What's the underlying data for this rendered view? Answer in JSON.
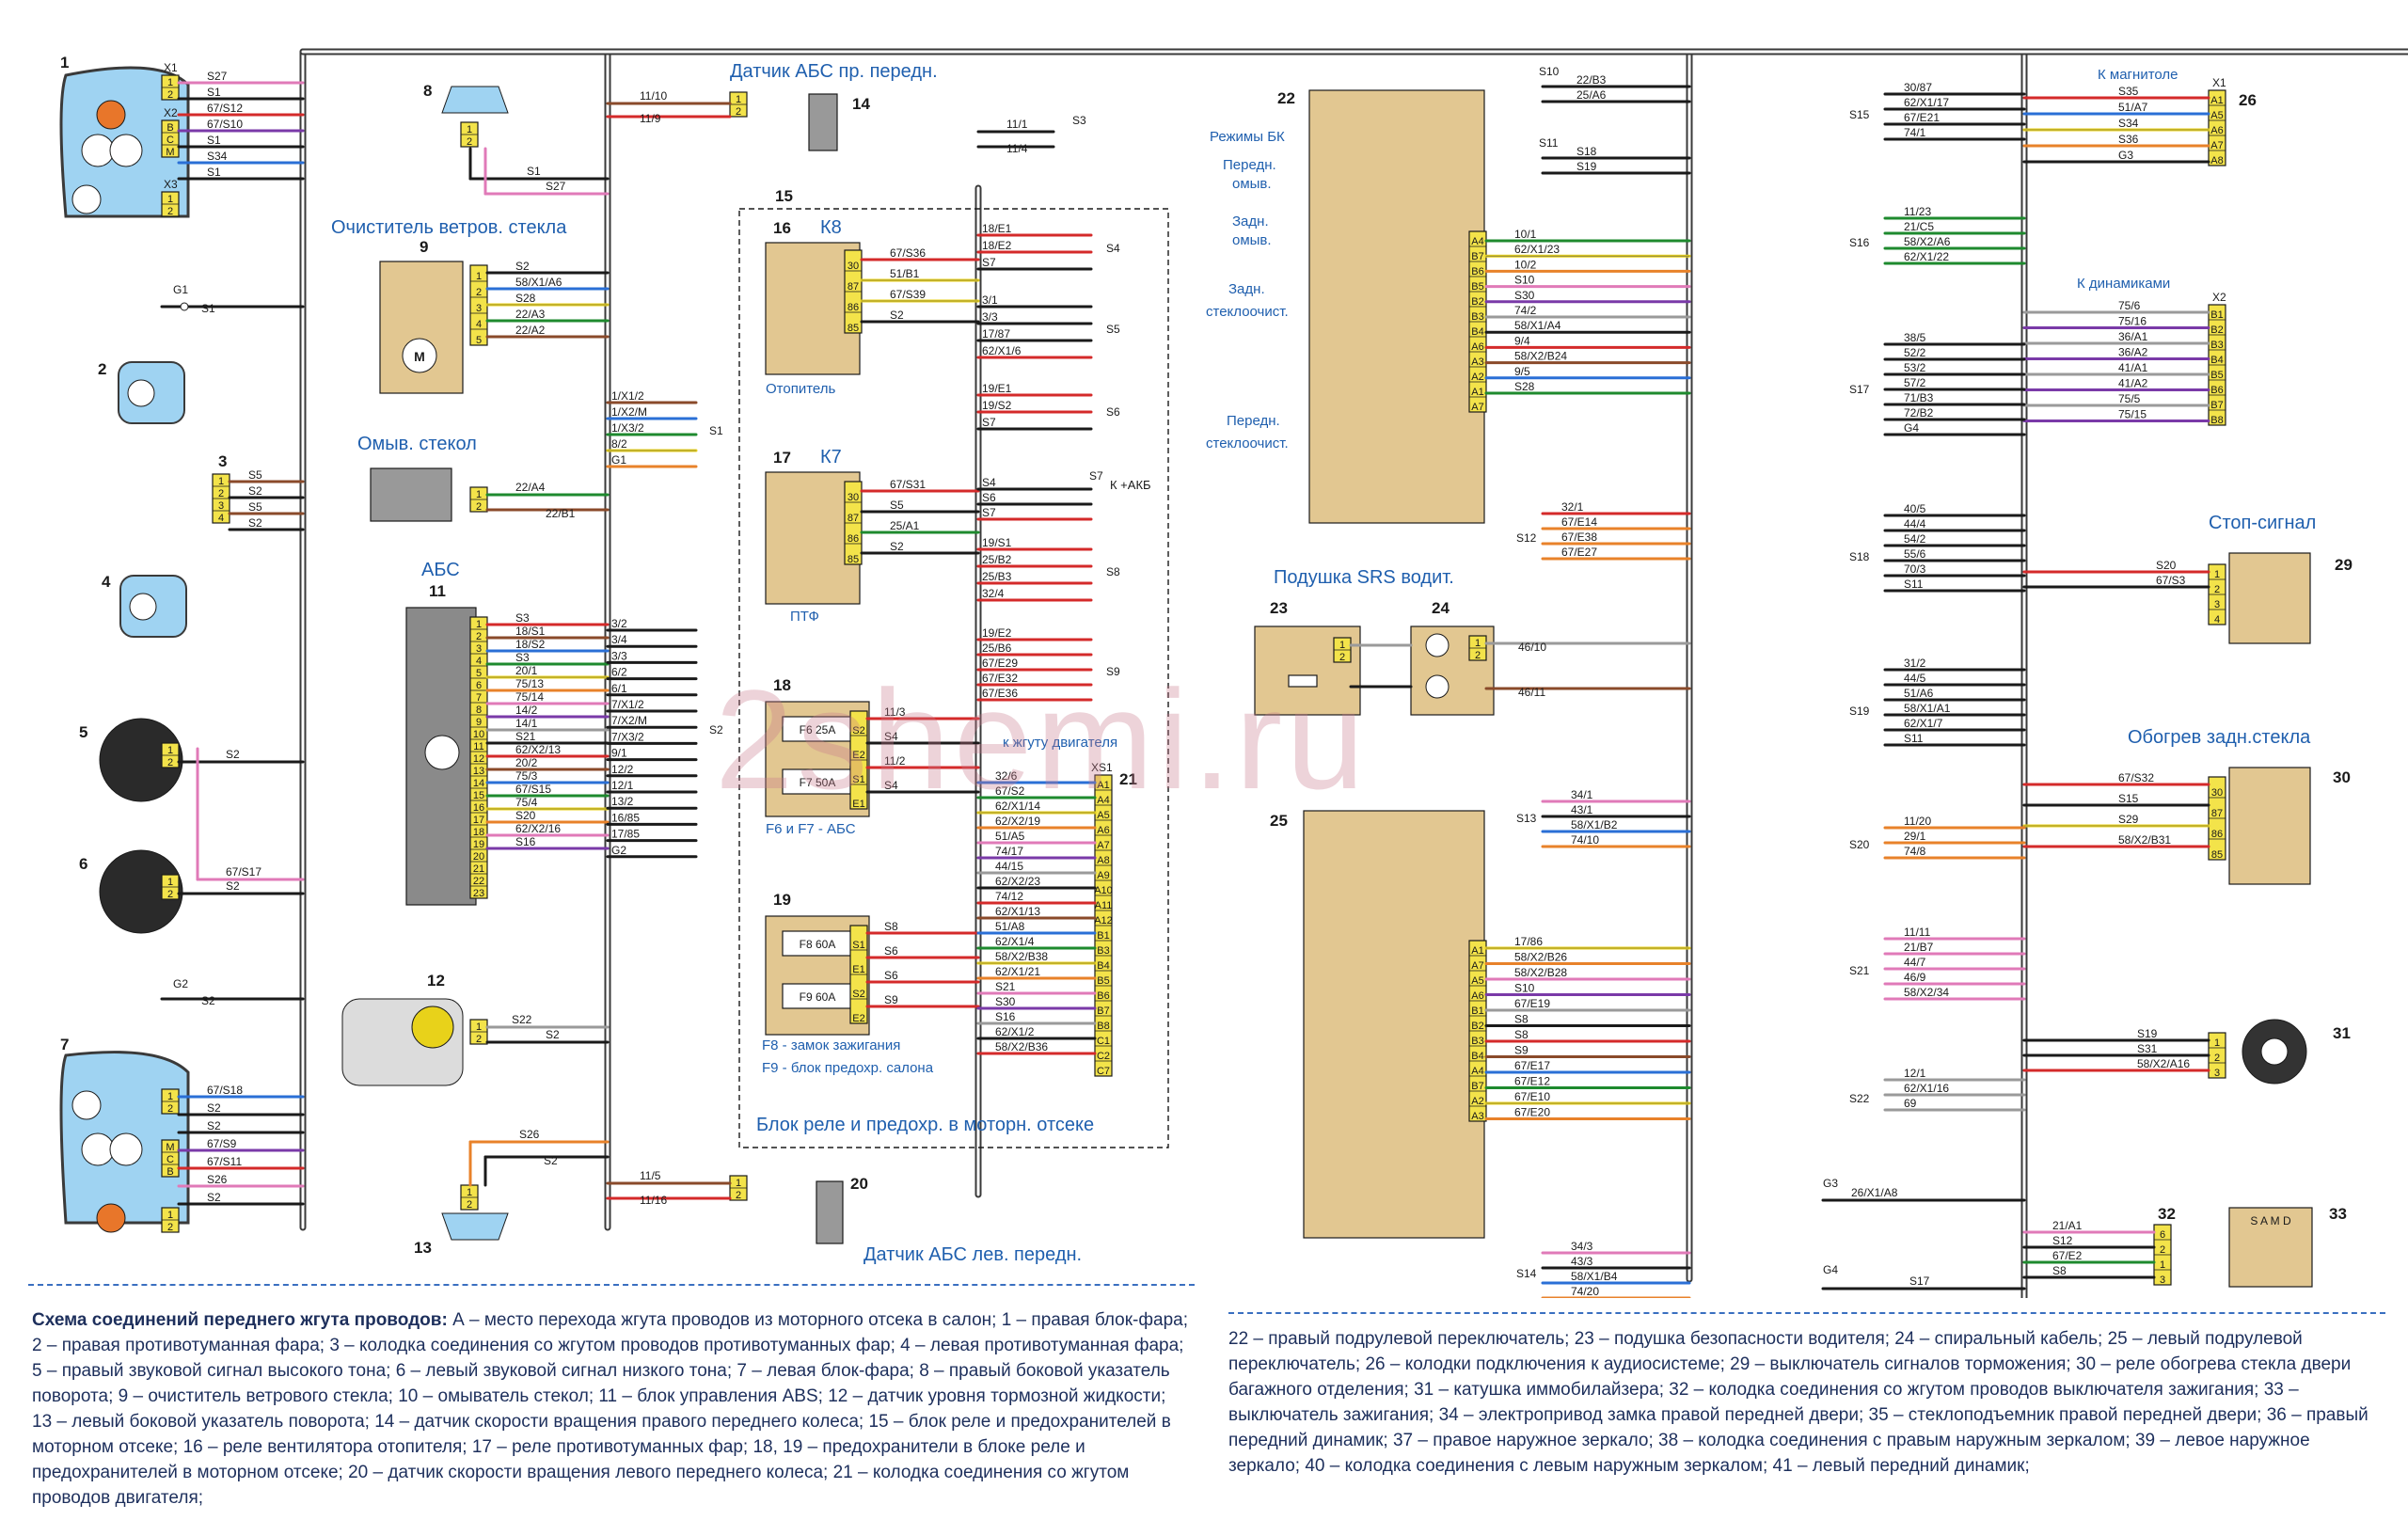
{
  "watermark": "2shemi.ru",
  "labels": {
    "abs_right": "Датчик АБС пр. передн.",
    "abs_left": "Датчик АБС лев. передн.",
    "wiper": "Очиститель ветров. стекла",
    "washer": "Омыв. стекол",
    "abs": "АБС",
    "heater": "Отопитель",
    "ptf": "ПТФ",
    "f6f7": "F6 и F7 - АБС",
    "f8": "F8 - замок зажигания",
    "f9": "F9 - блок предохр. салона",
    "relay_box": "Блок реле и предохр. в моторн. отсеке",
    "to_engine": "к жгуту двигателя",
    "bk_modes": "Режимы БК",
    "front_wash": [
      "Передн.",
      "омыв."
    ],
    "rear_wash": [
      "Задн.",
      "омыв."
    ],
    "rear_wiper": [
      "Задн.",
      "стеклоочист."
    ],
    "front_wiper": [
      "Передн.",
      "стеклоочист."
    ],
    "srs": "Подушка SRS водит.",
    "to_radio": "К магнитоле",
    "to_speakers": "К динамиками",
    "stop": "Стоп-сигнал",
    "rear_heat": "Обогрев задн.стекла",
    "k8": "К8",
    "k7": "К7",
    "akb": "К +АКБ",
    "f6": "F6 25A",
    "f7": "F7 50A",
    "f8_val": "F8 60A",
    "f9_val": "F9 60A",
    "sam": "S A M D"
  },
  "components": {
    "c1": "1",
    "c2": "2",
    "c3": "3",
    "c4": "4",
    "c5": "5",
    "c6": "6",
    "c7": "7",
    "c8": "8",
    "c9": "9",
    "c10": "10",
    "c11": "11",
    "c12": "12",
    "c13": "13",
    "c14": "14",
    "c15": "15",
    "c16": "16",
    "c17": "17",
    "c18": "18",
    "c19": "19",
    "c20": "20",
    "c21": "21",
    "c22": "22",
    "c23": "23",
    "c24": "24",
    "c25": "25",
    "c26": "26",
    "c29": "29",
    "c30": "30",
    "c31": "31",
    "c32": "32",
    "c33": "33"
  },
  "wires": {
    "w1": [
      "S27",
      "S1",
      "67/S12",
      "67/S10",
      "S1",
      "S34",
      "S1"
    ],
    "w2": [
      "S5",
      "S2",
      "S5",
      "S2"
    ],
    "w7": [
      "67/S18",
      "S2",
      "S2",
      "67/S9",
      "67/S11",
      "S26",
      "S2"
    ],
    "w9": [
      "S2",
      "58/X1/A6",
      "S28",
      "22/A3",
      "22/A2"
    ],
    "w10": [
      "22/A4",
      "22/B1"
    ],
    "w11": [
      "S3",
      "18/S1",
      "18/S2",
      "S3",
      "20/1",
      "75/13",
      "75/14",
      "14/2",
      "14/1",
      "S21",
      "62/X2/13",
      "20/2",
      "75/3",
      "67/S15",
      "75/4",
      "S20",
      "62/X2/16",
      "S16"
    ],
    "w11b": [
      "3/2",
      "3/4",
      "3/3",
      "6/2",
      "6/1",
      "7/X1/2",
      "7/X2/M",
      "7/X3/2",
      "9/1",
      "12/2",
      "12/1",
      "13/2",
      "16/85",
      "17/85",
      "G2"
    ],
    "w_s1": [
      "1/X1/2",
      "1/X2/M",
      "1/X3/2",
      "8/2",
      "G1"
    ],
    "w_top": [
      "11/10",
      "11/9",
      "11/1",
      "11/4",
      "S3"
    ],
    "w16": [
      "67/S36",
      "51/B1",
      "67/S39",
      "S2"
    ],
    "w_s4": [
      "18/E1",
      "18/E2",
      "S7"
    ],
    "w_s5": [
      "3/1",
      "3/3",
      "17/87",
      "62/X1/6"
    ],
    "w_s6": [
      "19/E1",
      "19/S2",
      "S7"
    ],
    "w17": [
      "67/S31",
      "S5",
      "25/A1",
      "S2"
    ],
    "w_s7": [
      "S4",
      "S6",
      "S7"
    ],
    "w_s8": [
      "19/S1",
      "25/B2",
      "25/B3",
      "32/4"
    ],
    "w_s9": [
      "19/E2",
      "25/B6",
      "67/E29",
      "67/E32",
      "67/E36"
    ],
    "w18": [
      "11/3",
      "S4",
      "11/2",
      "S4"
    ],
    "w19": [
      "S8",
      "S6",
      "S6",
      "S9"
    ],
    "w21": [
      "32/6",
      "67/S2",
      "62/X1/14",
      "62/X2/19",
      "51/A5",
      "74/17",
      "44/15",
      "62/X2/23",
      "74/12",
      "62/X1/13",
      "51/A8",
      "62/X1/4",
      "58/X2/B38",
      "62/X1/21",
      "S21",
      "S30",
      "S16",
      "62/X1/2",
      "58/X2/B36"
    ],
    "w21pins": [
      "A1",
      "A4",
      "A5",
      "A6",
      "A7",
      "A8",
      "A9",
      "A10",
      "A11",
      "A12",
      "B1",
      "B3",
      "B4",
      "B5",
      "B6",
      "B7",
      "B8",
      "C1",
      "C2",
      "C7"
    ],
    "w12": [
      "S22",
      "S2"
    ],
    "w13": [
      "S26",
      "S2"
    ],
    "w20": [
      "11/5",
      "11/16"
    ],
    "w22": [
      "10/1",
      "62/X1/23",
      "10/2",
      "S10",
      "S30",
      "74/2",
      "58/X1/A4",
      "9/4",
      "58/X2/B24",
      "9/5",
      "S28"
    ],
    "w22pins": [
      "A4",
      "B7",
      "B6",
      "B5",
      "B2",
      "B3",
      "B4",
      "A6",
      "A3",
      "A2",
      "A1",
      "A7"
    ],
    "w_s10": [
      "22/B3",
      "25/A6"
    ],
    "w_s11": [
      "S18",
      "S19"
    ],
    "w_s12": [
      "32/1",
      "67/E14",
      "67/E38",
      "67/E27"
    ],
    "w24": [
      "46/10",
      "46/11"
    ],
    "w_s13": [
      "34/1",
      "43/1",
      "58/X1/B2",
      "74/10"
    ],
    "w25": [
      "17/86",
      "58/X2/B26",
      "58/X2/B28",
      "S10",
      "67/E19",
      "S8",
      "S8",
      "S9",
      "67/E17",
      "67/E12",
      "67/E10",
      "67/E20"
    ],
    "w25pins": [
      "A1",
      "A7",
      "A5",
      "A6",
      "B1",
      "B2",
      "B3",
      "B4",
      "A4",
      "B7",
      "A2",
      "A3"
    ],
    "w_s14": [
      "34/3",
      "43/3",
      "58/X1/B4",
      "74/20"
    ],
    "w_s15": [
      "30/87",
      "62/X1/17",
      "67/E21",
      "74/1"
    ],
    "w26": [
      "S35",
      "51/A7",
      "S34",
      "S36",
      "G3"
    ],
    "w26pins": [
      "A1",
      "A5",
      "A6",
      "A7",
      "A8"
    ],
    "w_s16": [
      "11/23",
      "21/C5",
      "58/X2/A6",
      "62/X1/22"
    ],
    "w_x2": [
      "75/6",
      "75/16",
      "36/A1",
      "36/A2",
      "41/A1",
      "41/A2",
      "75/5",
      "75/15"
    ],
    "w_x2pins": [
      "B1",
      "B2",
      "B3",
      "B4",
      "B5",
      "B6",
      "B7",
      "B8"
    ],
    "w_s17": [
      "38/5",
      "52/2",
      "53/2",
      "57/2",
      "71/B3",
      "72/B2",
      "G4"
    ],
    "w_s18": [
      "40/5",
      "44/4",
      "54/2",
      "55/6",
      "70/3",
      "S11"
    ],
    "w29": [
      "S20",
      "67/S3"
    ],
    "w_s19": [
      "31/2",
      "44/5",
      "51/A6",
      "58/X1/A1",
      "62/X1/7",
      "S11"
    ],
    "w30": [
      "67/S32",
      "S15",
      "S29",
      "58/X2/B31"
    ],
    "w_s20": [
      "11/20",
      "29/1",
      "74/8"
    ],
    "w_s21": [
      "11/11",
      "21/B7",
      "44/7",
      "46/9",
      "58/X2/34"
    ],
    "w31": [
      "S19",
      "S31",
      "58/X2/A16"
    ],
    "w_s22": [
      "12/1",
      "62/X1/16",
      "69"
    ],
    "w_g3": [
      "26/X1/A8"
    ],
    "w32": [
      "21/A1",
      "S12",
      "67/E2",
      "S8"
    ],
    "w_g4": [
      "S17"
    ],
    "connectors": [
      "X1",
      "X2",
      "X3",
      "XS1",
      "S1",
      "S2",
      "S3",
      "S4",
      "S5",
      "S6",
      "S7",
      "S8",
      "S9",
      "S10",
      "S11",
      "S12",
      "S13",
      "S14",
      "S15",
      "S16",
      "S17",
      "S18",
      "S19",
      "S20",
      "S21",
      "S22",
      "G1",
      "G2",
      "G3",
      "G4"
    ]
  },
  "legend": {
    "left_title": "Схема соединений переднего жгута проводов:",
    "left_text": "А – место перехода жгута проводов из моторного отсека в салон; 1 – правая блок-фара; 2 – правая противотуманная фара; 3 – колодка соединения со жгутом проводов противотуманных фар; 4 – левая противотуманная фара; 5 – правый звуковой сигнал высокого тона; 6 – левый звуковой сигнал низкого тона; 7 – левая блок-фара; 8 – правый боковой указатель поворота; 9 – очиститель ветрового стекла; 10 – омыватель стекол; 11 – блок управления ABS; 12 – датчик уровня тормозной жидкости; 13 – левый боковой указатель поворота; 14 – датчик скорости вращения правого переднего колеса; 15 – блок реле и предохранителей в моторном отсеке; 16 – реле вентилятора отопителя; 17 – реле противотуманных фар; 18, 19 – предохранители в блоке реле и предохранителей в моторном отсеке; 20 – датчик скорости вращения левого переднего колеса; 21 – колодка соединения со жгутом проводов двигателя;",
    "right_text": "22 – правый подрулевой переключатель; 23 – подушка безопасности водителя; 24 – спиральный кабель; 25 – левый подрулевой переключатель; 26 – колодки подключения к аудиосистеме; 29 – выключатель сигналов торможения; 30 – реле обогрева стекла двери багажного отделения; 31 – катушка иммобилайзера; 32 – колодка соединения со жгутом проводов выключателя зажигания; 33 – выключатель зажигания; 34 – электропривод замка правой передней двери; 35 – стеклоподъемник правой передней двери; 36 – правый передний динамик; 37 – правое наружное зеркало; 38 – колодка соединения с правым наружным зеркалом; 39 – левое наружное зеркало; 40 – колодка соединения с левым наружным зеркалом; 41 – левый передний динамик;"
  },
  "colors": {
    "label_blue": "#1f5fae",
    "number": "#111111",
    "component_fill": "#e2c791",
    "connector_fill": "#f3e34a",
    "harness": "#3a3a3a",
    "black": "#1a1a1a",
    "red": "#d42a2a",
    "brown": "#8a4a2a",
    "blue": "#2a6fd6",
    "green": "#1e8a2e",
    "yellow": "#e8d21a",
    "orange": "#e8822a",
    "pink": "#e07ab8",
    "violet": "#7a3aa8",
    "gray": "#9a9a9a",
    "white": "#ffffff"
  }
}
